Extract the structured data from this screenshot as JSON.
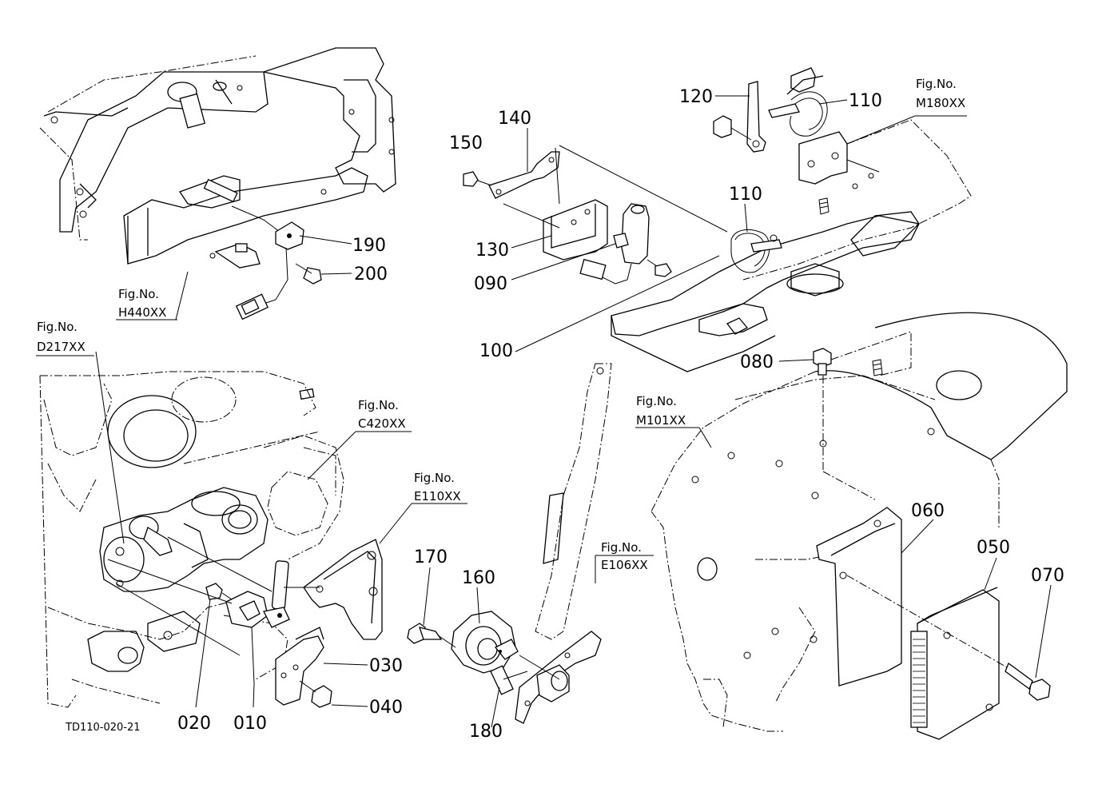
{
  "diagram": {
    "drawing_code": "TD110-020-21",
    "part_numbers": {
      "p010": "010",
      "p020": "020",
      "p030": "030",
      "p040": "040",
      "p050": "050",
      "p060": "060",
      "p070": "070",
      "p080": "080",
      "p090": "090",
      "p100": "100",
      "p110a": "110",
      "p110b": "110",
      "p120": "120",
      "p130": "130",
      "p140": "140",
      "p150": "150",
      "p160": "160",
      "p170": "170",
      "p180": "180",
      "p190": "190",
      "p200": "200"
    },
    "figure_refs": {
      "fig_label": "Fig.No.",
      "h440": "H440XX",
      "m180": "M180XX",
      "d217": "D217XX",
      "c420": "C420XX",
      "e110": "E110XX",
      "e106": "E106XX",
      "m101": "M101XX"
    }
  }
}
